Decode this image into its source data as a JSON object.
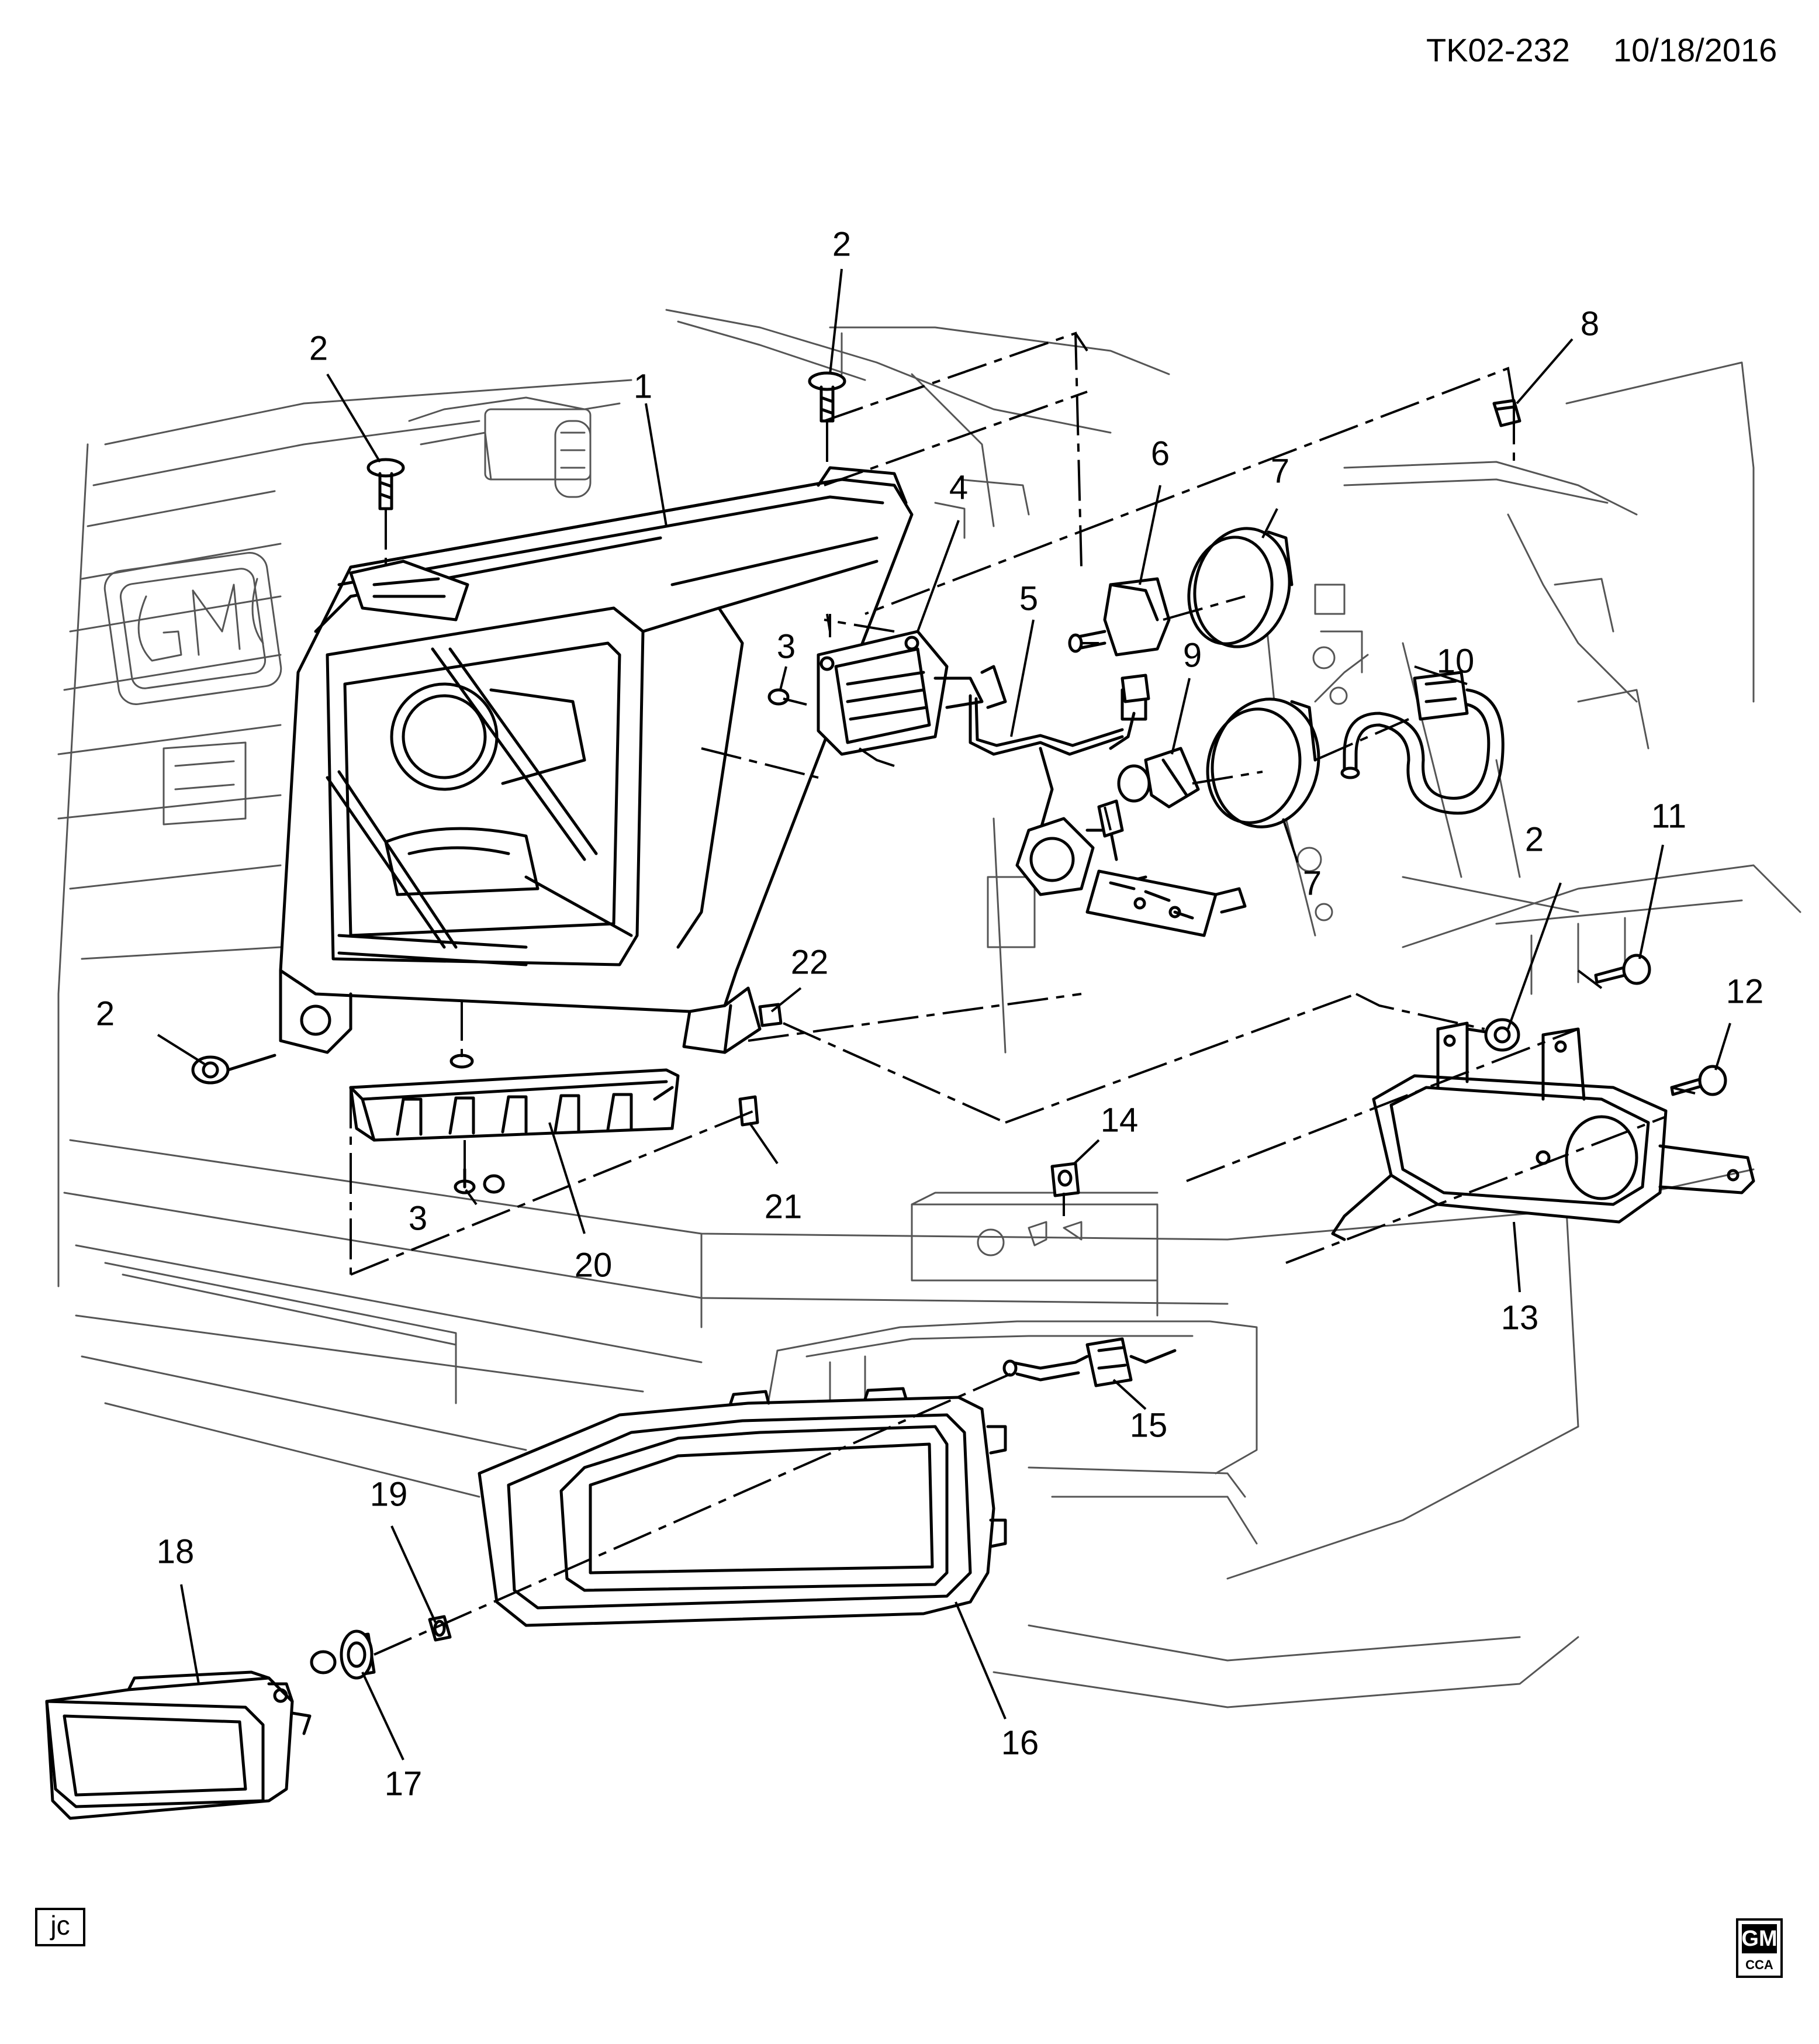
{
  "header": {
    "drawing_id": "TK02-232",
    "date": "10/18/2016"
  },
  "footer": {
    "initials": "jc",
    "logo_text": "GM",
    "logo_sub": "CCA"
  },
  "callouts": [
    {
      "id": "c1",
      "label": "1"
    },
    {
      "id": "c2a",
      "label": "2"
    },
    {
      "id": "c2b",
      "label": "2"
    },
    {
      "id": "c2c",
      "label": "2"
    },
    {
      "id": "c2d",
      "label": "2"
    },
    {
      "id": "c3a",
      "label": "3"
    },
    {
      "id": "c3b",
      "label": "3"
    },
    {
      "id": "c4",
      "label": "4"
    },
    {
      "id": "c5",
      "label": "5"
    },
    {
      "id": "c6",
      "label": "6"
    },
    {
      "id": "c7a",
      "label": "7"
    },
    {
      "id": "c7b",
      "label": "7"
    },
    {
      "id": "c8",
      "label": "8"
    },
    {
      "id": "c9",
      "label": "9"
    },
    {
      "id": "c10",
      "label": "10"
    },
    {
      "id": "c11",
      "label": "11"
    },
    {
      "id": "c12",
      "label": "12"
    },
    {
      "id": "c13",
      "label": "13"
    },
    {
      "id": "c14",
      "label": "14"
    },
    {
      "id": "c15",
      "label": "15"
    },
    {
      "id": "c16",
      "label": "16"
    },
    {
      "id": "c17",
      "label": "17"
    },
    {
      "id": "c18",
      "label": "18"
    },
    {
      "id": "c19",
      "label": "19"
    },
    {
      "id": "c20",
      "label": "20"
    },
    {
      "id": "c21",
      "label": "21"
    },
    {
      "id": "c22",
      "label": "22"
    }
  ]
}
